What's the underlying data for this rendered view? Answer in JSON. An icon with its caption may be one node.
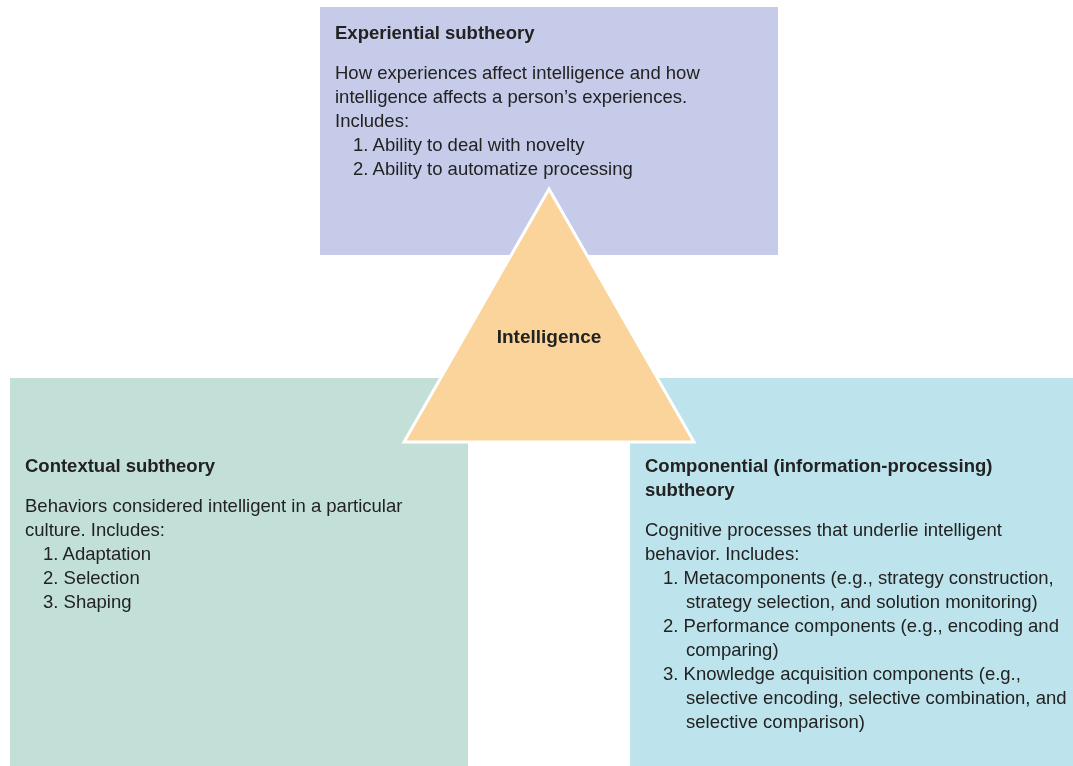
{
  "diagram": {
    "nodes": [
      {
        "text": [
          "Experiential subtheory",
          "How experiences affect intelligence and how intelligence affects a person’s experiences. Includes:",
          "1. Ability to deal with novelty",
          "2. Ability to automatize processing"
        ]
      },
      {
        "text": [
          "Intelligence"
        ]
      },
      {
        "text": [
          "Contextual subtheory",
          "Behaviors considered intelligent in a particular culture. Includes:",
          "1. Adaptation",
          "2. Selection",
          "3. Shaping"
        ]
      },
      {
        "text": [
          "Componential (information-processing) subtheory",
          "Cognitive processes that underlie intelligent behavior. Includes:",
          "1. Metacomponents (e.g., strategy construction, strategy selection, and solution monitoring)",
          "2. Performance components (e.g., encoding and comparing)",
          "3. Knowledge acquisition components (e.g., selective encoding, selective combination, and selective comparison)"
        ]
      }
    ]
  }
}
